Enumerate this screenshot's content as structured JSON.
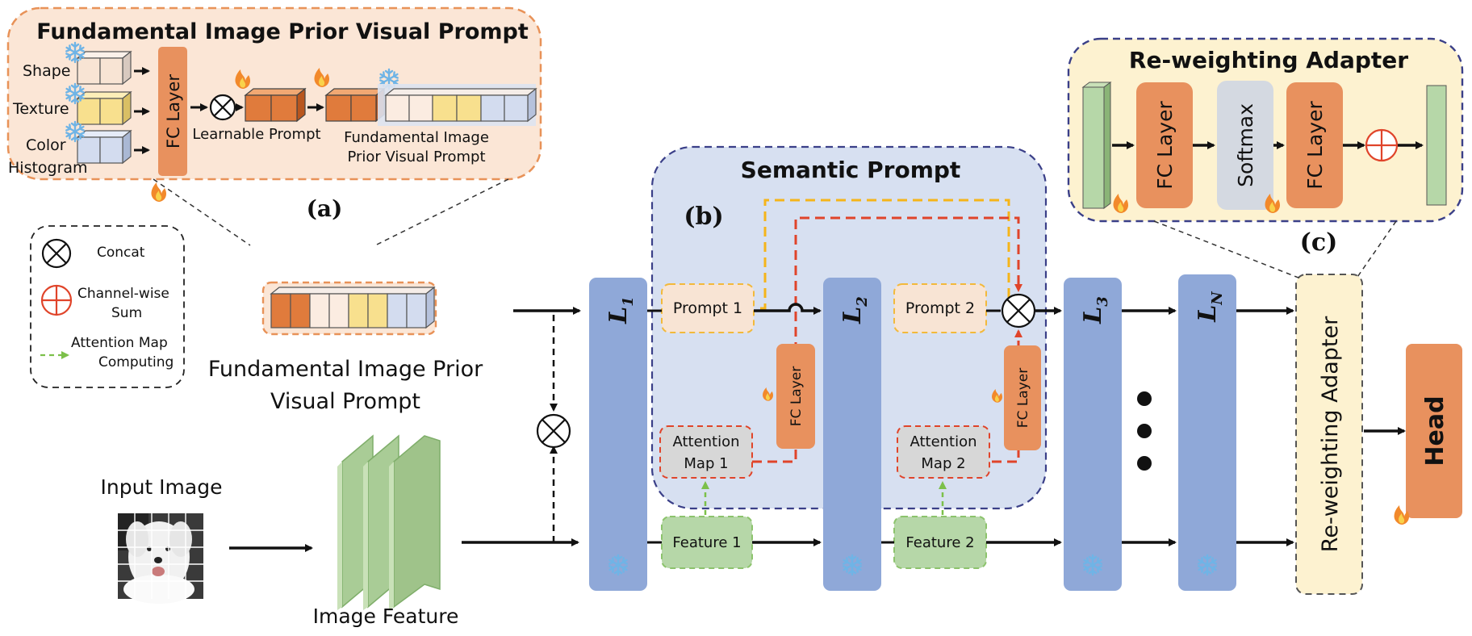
{
  "panel_a": {
    "title": "Fundamental Image Prior Visual Prompt",
    "tag": "(a)",
    "inputs": [
      "Shape",
      "Texture",
      "Color",
      "Histogram"
    ],
    "fc_layer": "FC Layer",
    "learnable_prompt": "Learnable Prompt",
    "fip_prompt_line1": "Fundamental Image",
    "fip_prompt_line2": "Prior Visual Prompt"
  },
  "panel_b": {
    "title": "Semantic Prompt",
    "tag": "(b)",
    "prompt1": "Prompt 1",
    "prompt2": "Prompt 2",
    "fc_layer": "FC Layer",
    "attention1_line1": "Attention",
    "attention1_line2": "Map 1",
    "attention2_line1": "Attention",
    "attention2_line2": "Map 2",
    "feature1": "Feature 1",
    "feature2": "Feature 2"
  },
  "panel_c": {
    "title": "Re-weighting Adapter",
    "tag": "(c)",
    "fc_layer": "FC Layer",
    "softmax": "Softmax"
  },
  "legend": {
    "concat": "Concat",
    "sum_line1": "Channel-wise",
    "sum_line2": "Sum",
    "attn_line1": "Attention Map",
    "attn_line2": "Computing"
  },
  "main": {
    "fip_line1": "Fundamental Image Prior",
    "fip_line2": "Visual Prompt",
    "input_image": "Input Image",
    "image_feature": "Image Feature",
    "layers": [
      {
        "base": "L",
        "sub": "1"
      },
      {
        "base": "L",
        "sub": "2"
      },
      {
        "base": "L",
        "sub": "3"
      },
      {
        "base": "L",
        "sub": "N"
      }
    ],
    "reweighting_adapter": "Re-weighting Adapter",
    "head": "Head"
  },
  "colors": {
    "orange_dark": "#e07b3c",
    "cream": "#f8e4d4",
    "yellow": "#f8e08e",
    "blue_light": "#d3dcef",
    "layer_blue": "#8fa8d8",
    "green": "#b6d7a8",
    "semantic_bg": "#d7e0f1",
    "panel_a_bg": "#fbe6d6",
    "panel_c_bg": "#fdf2d0"
  }
}
